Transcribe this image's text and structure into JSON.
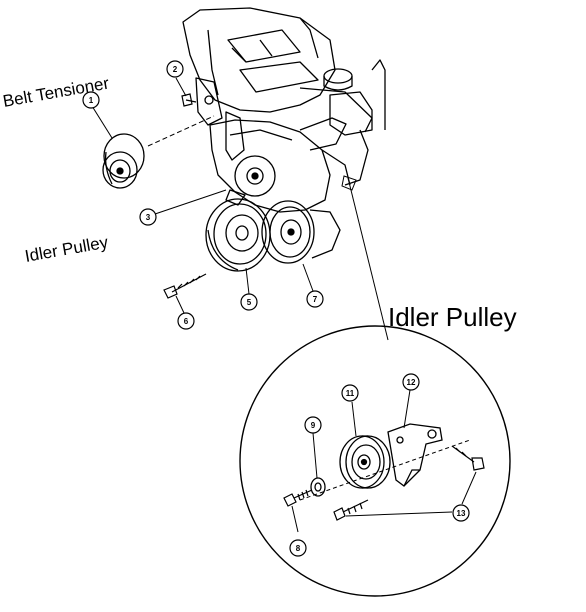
{
  "labels": {
    "belt_tensioner": "Belt Tensioner",
    "idler_pulley_top": "Idler Pulley",
    "idler_pulley_detail": "Idler Pulley"
  },
  "callouts": [
    "1",
    "2",
    "3",
    "5",
    "6",
    "7",
    "8",
    "9",
    "11",
    "12",
    "13"
  ],
  "colors": {
    "ink": "#000000",
    "paper": "#ffffff"
  }
}
